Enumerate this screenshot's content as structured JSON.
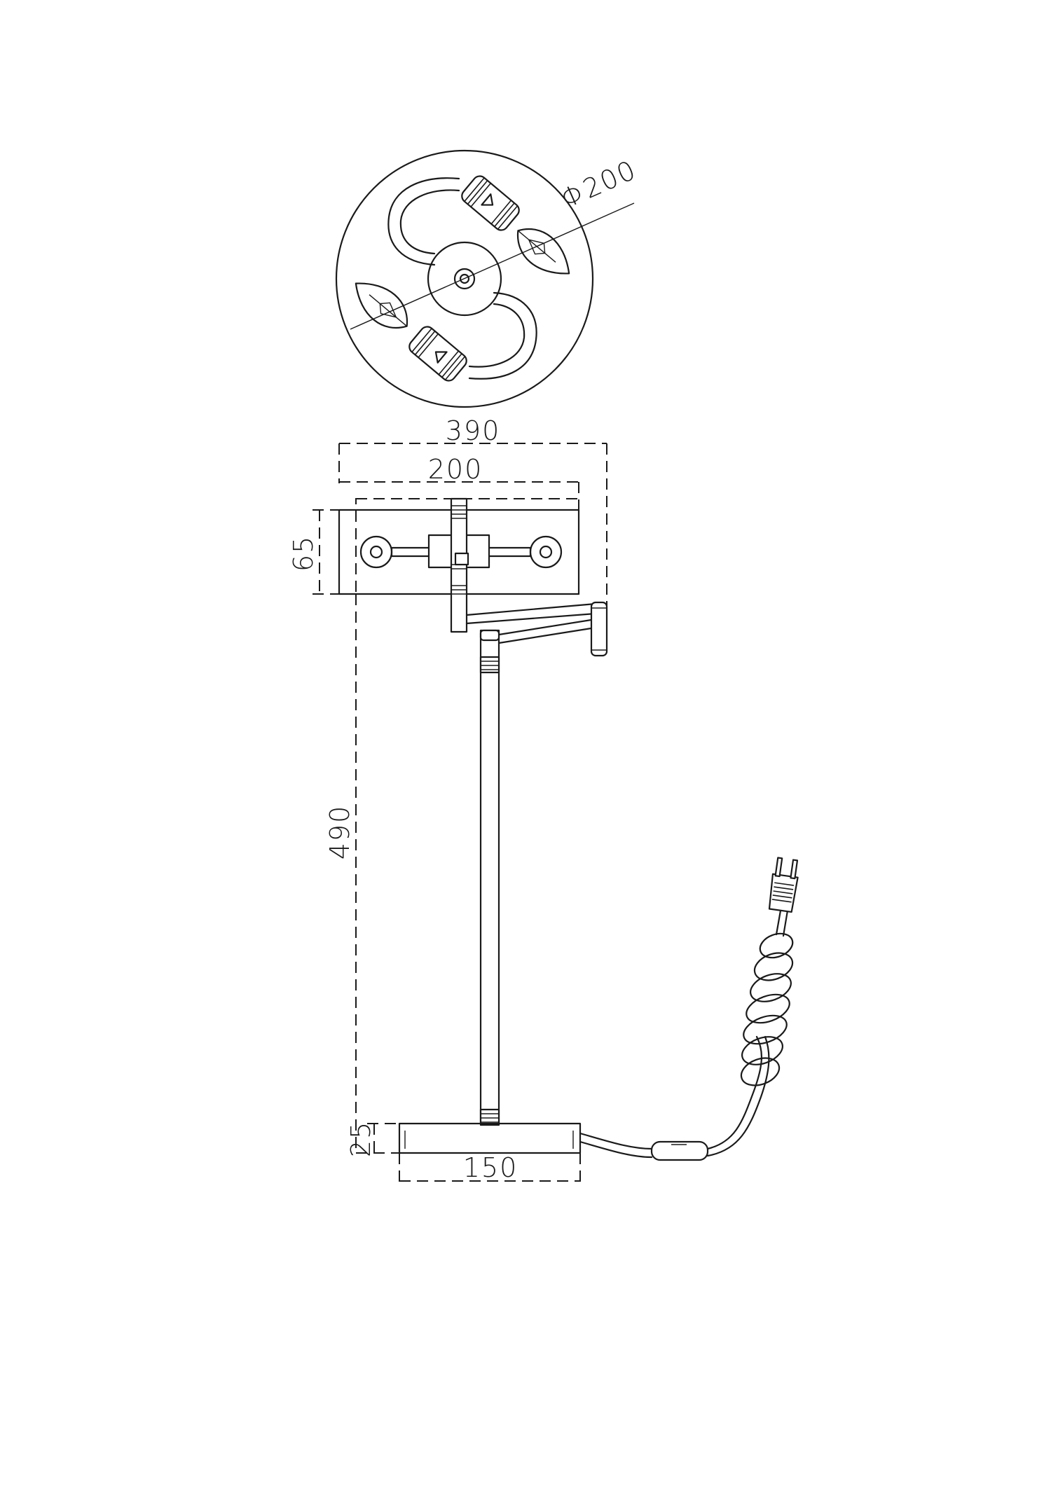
{
  "drawing": {
    "dimensions": {
      "top_diameter": "Φ200",
      "overall_width": "390",
      "head_width": "200",
      "head_depth": "65",
      "height": "490",
      "base_height": "25",
      "base_width": "150"
    }
  }
}
